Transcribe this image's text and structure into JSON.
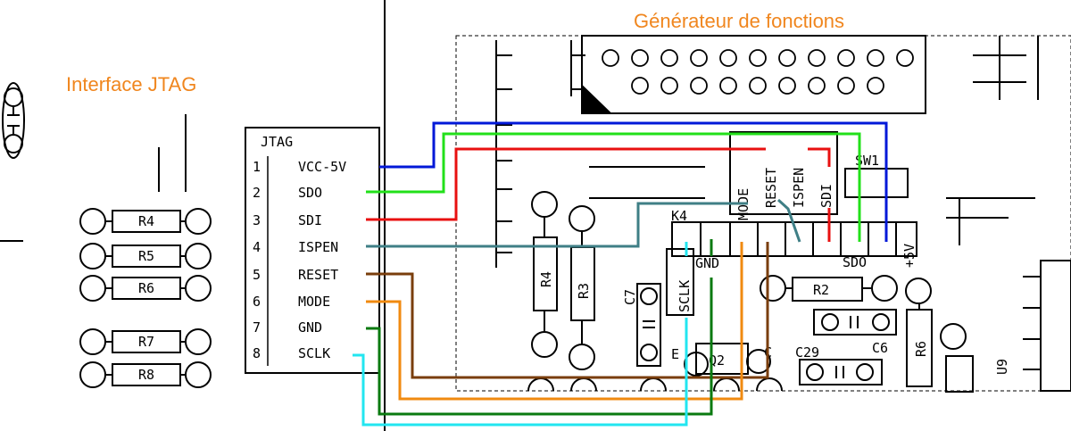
{
  "titles": {
    "left": "Interface JTAG",
    "right": "Générateur de fonctions",
    "color": "#f0861e"
  },
  "jtag": {
    "header": "JTAG",
    "pins": [
      {
        "num": "1",
        "name": "VCC-5V"
      },
      {
        "num": "2",
        "name": "SDO"
      },
      {
        "num": "3",
        "name": "SDI"
      },
      {
        "num": "4",
        "name": "ISPEN"
      },
      {
        "num": "5",
        "name": "RESET"
      },
      {
        "num": "6",
        "name": "MODE"
      },
      {
        "num": "7",
        "name": "GND"
      },
      {
        "num": "8",
        "name": "SCLK"
      }
    ]
  },
  "left_resistors": [
    "R4",
    "R5",
    "R6",
    "R7",
    "R8"
  ],
  "board": {
    "connector": "K4",
    "pin_labels_vertical": [
      "MODE",
      "RESET",
      "ISPEN",
      "SDI"
    ],
    "sclk": "SCLK",
    "gnd": "GND",
    "sdo": "SDO",
    "plus5": "+5V",
    "switch": "SW1",
    "components": {
      "r4": "R4",
      "r3": "R3",
      "r2": "R2",
      "r6": "R6",
      "c7": "C7",
      "c6": "C6",
      "c29": "C29",
      "q2": "Q2",
      "u9": "U9",
      "e": "E",
      "c": "C"
    }
  },
  "wire_colors": {
    "vcc": "#0018d8",
    "sdo": "#22e01a",
    "sdi": "#e81010",
    "ispen": "#3f7f86",
    "reset": "#7a3e0c",
    "mode": "#f08a10",
    "gnd": "#0a7a10",
    "sclk": "#22e6f0"
  }
}
